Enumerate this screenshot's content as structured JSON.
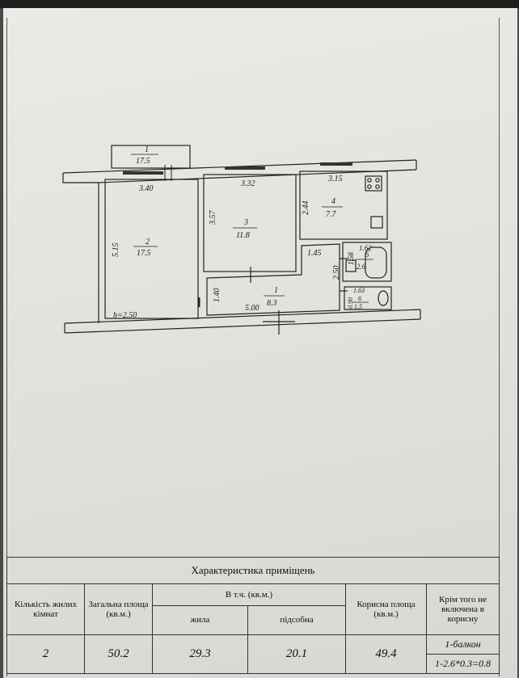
{
  "floor_plan": {
    "balcony": {
      "number": "1",
      "area": "17.5"
    },
    "rooms": [
      {
        "number": "1",
        "area": "8.3"
      },
      {
        "number": "2",
        "area": "17.5"
      },
      {
        "number": "3",
        "area": "11.8"
      },
      {
        "number": "4",
        "area": "7.7"
      },
      {
        "number": "5",
        "area": "2.6"
      },
      {
        "number": "6",
        "area": "1.5"
      }
    ],
    "dimensions": [
      "3.40",
      "3.32",
      "3.15",
      "5.15",
      "3.57",
      "2.44",
      "1.45",
      "1.62",
      "1.58",
      "2.50",
      "1.63",
      "0.90",
      "1.40",
      "5.00"
    ],
    "ceiling_height": "h=2.50"
  },
  "characteristics": {
    "title": "Характеристика приміщень",
    "headers": {
      "living_rooms": "Кількість жилих кімнат",
      "total_area": "Загальна площа (кв.м.)",
      "including": "В т.ч. (кв.м.)",
      "living": "жила",
      "auxiliary": "підсобна",
      "useful_area": "Корисна площа (кв.м.)",
      "excluded": "Крім того не включена в корисну"
    },
    "values": {
      "living_rooms": "2",
      "total_area": "50.2",
      "living": "29.3",
      "auxiliary": "20.1",
      "useful_area": "49.4",
      "excluded_1": "1-балкон",
      "excluded_2": "1-2.6*0.3=0.8"
    }
  }
}
